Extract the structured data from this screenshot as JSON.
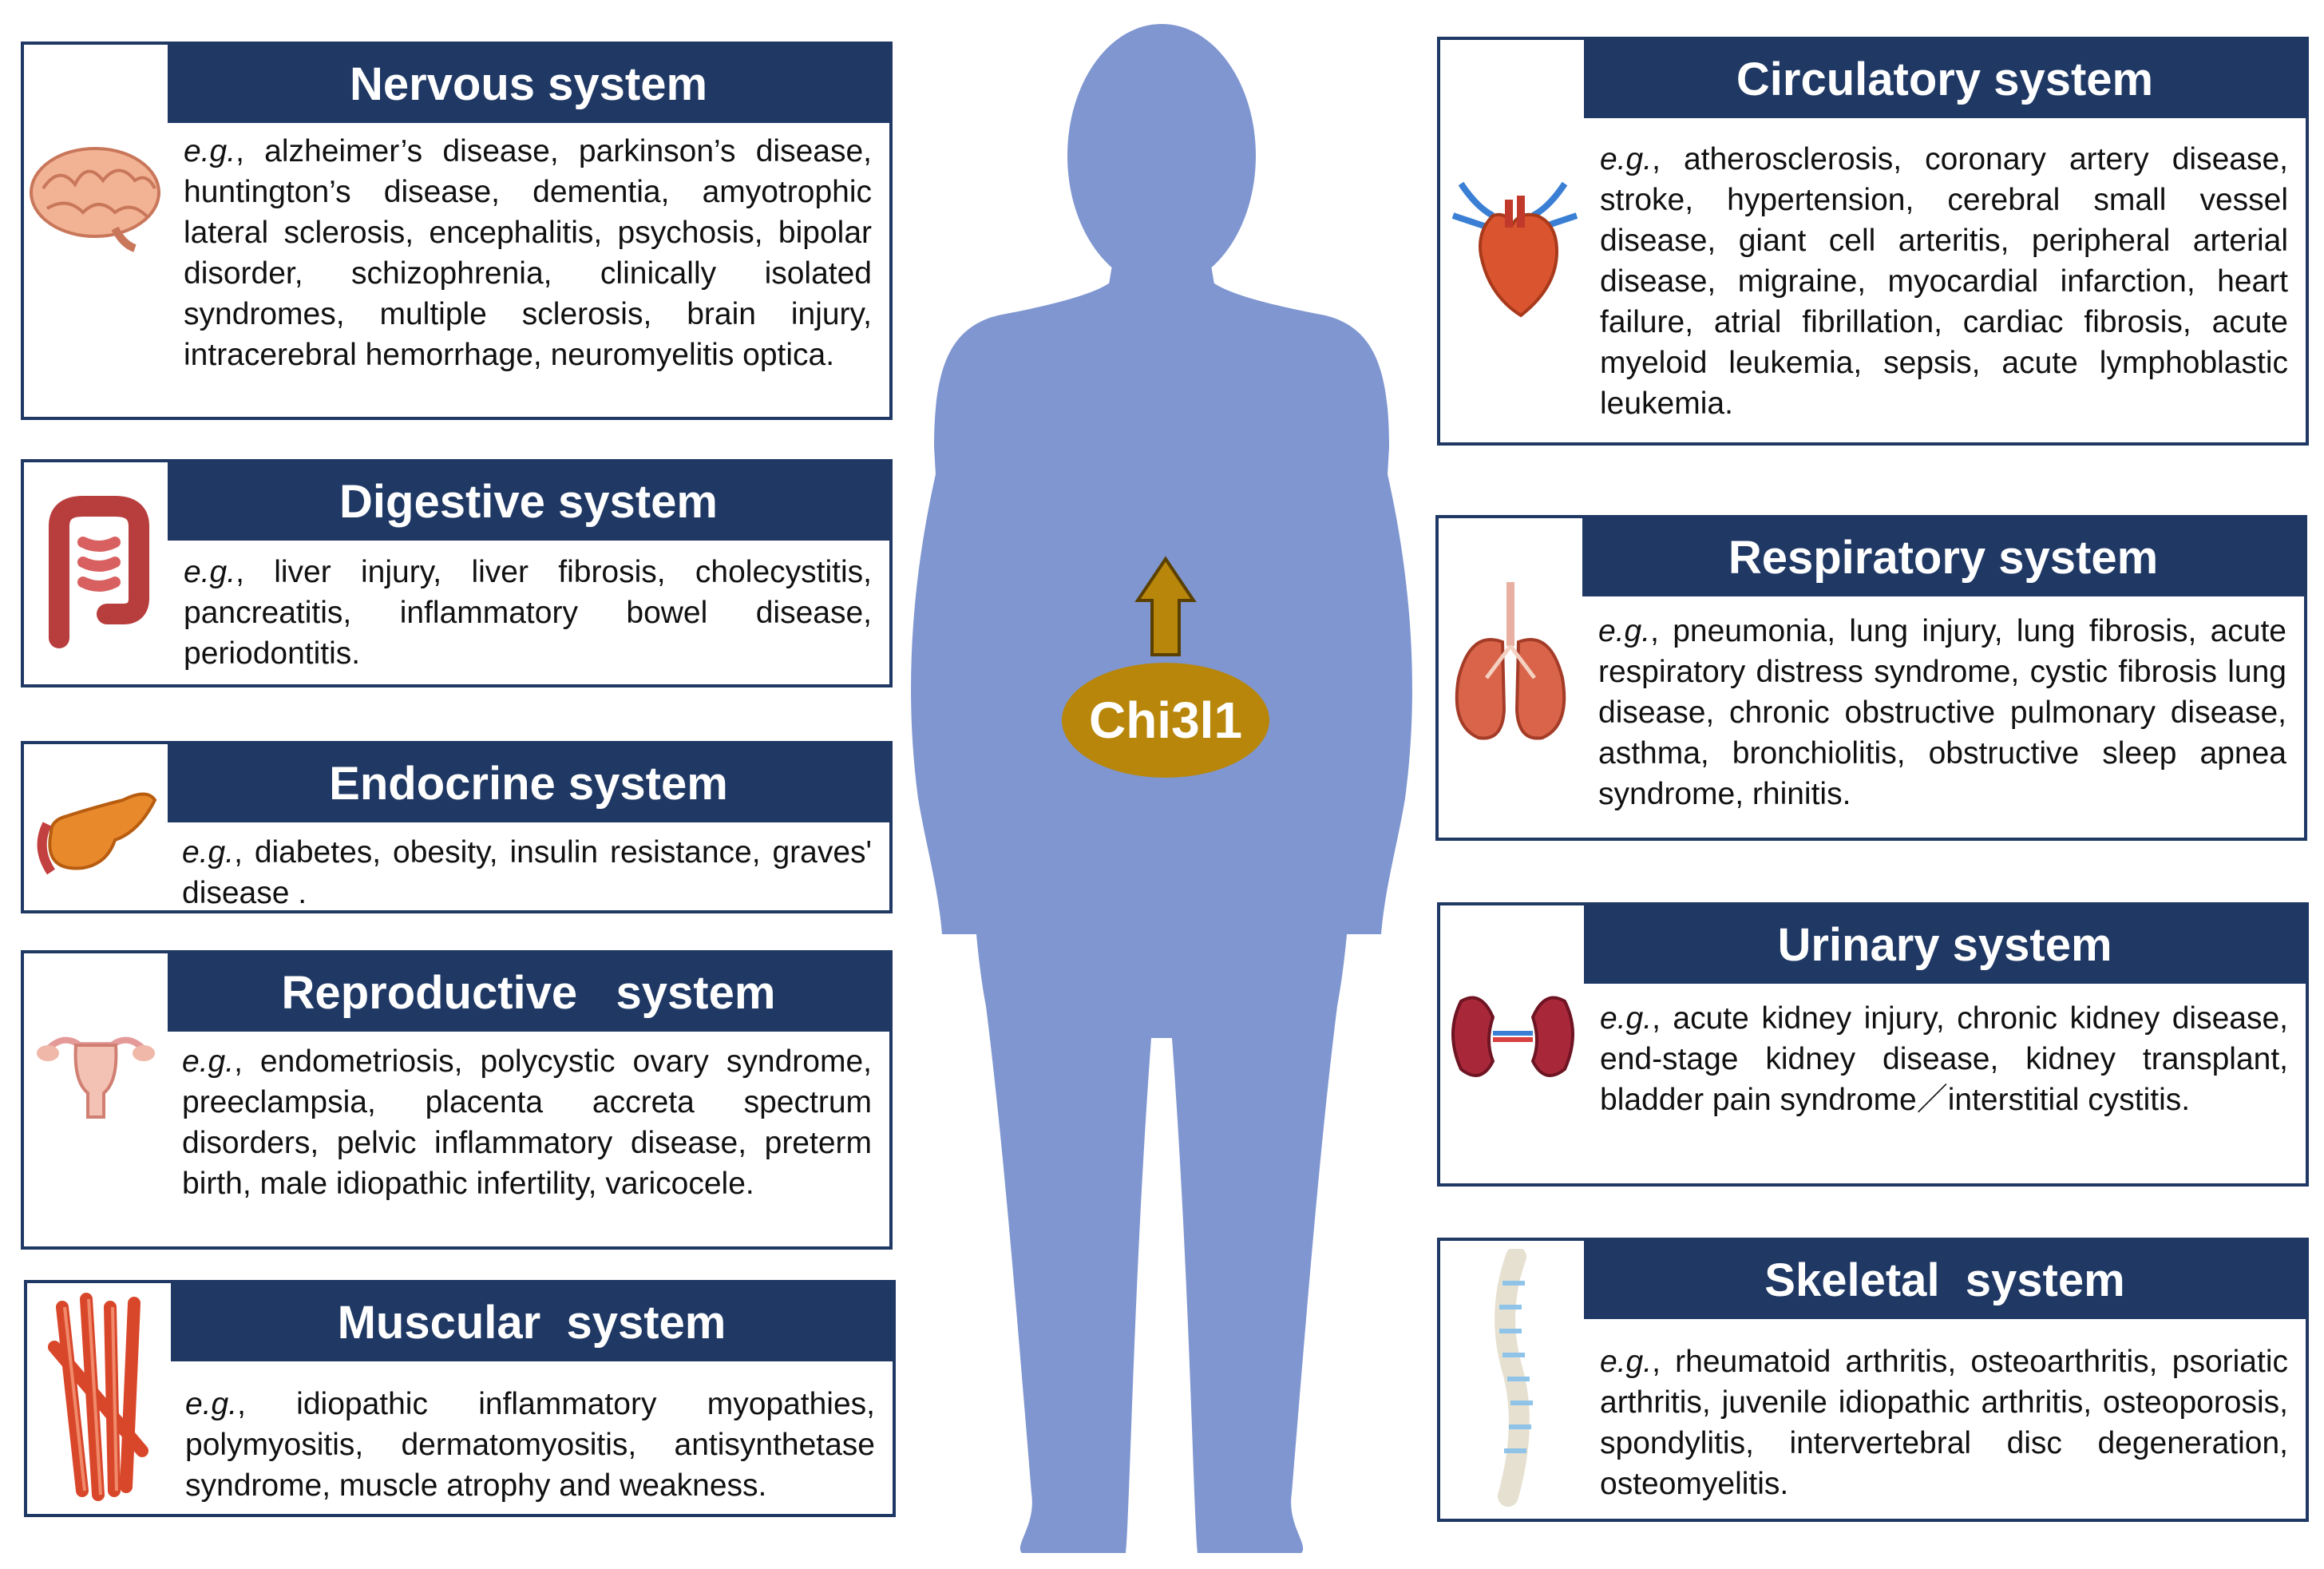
{
  "center": {
    "marker_label": "Chi3l1",
    "silhouette_color": "#7f96d0",
    "marker_color": "#b8860b"
  },
  "colors": {
    "header_bg": "#1f3864",
    "header_text": "#ffffff",
    "border": "#1f3864"
  },
  "systems": [
    {
      "title": "Nervous system",
      "icon": "brain-icon",
      "prefix": "e.g.",
      "text": ", alzheimer’s disease, parkinson’s disease, huntington’s disease, dementia, amyotrophic lateral sclerosis, encephalitis, psychosis, bipolar disorder, schizophrenia, clinically isolated syndromes, multiple sclerosis, brain injury, intracerebral hemorrhage, neuromyelitis optica."
    },
    {
      "title": "Digestive system",
      "icon": "intestine-icon",
      "prefix": "e.g.",
      "text": ", liver injury, liver fibrosis, cholecystitis, pancreatitis, inflammatory bowel disease, periodontitis."
    },
    {
      "title": "Endocrine system",
      "icon": "pancreas-icon",
      "prefix": "e.g.",
      "text": ", diabetes, obesity, insulin resistance, graves' disease ."
    },
    {
      "title": "Reproductive   system",
      "icon": "uterus-icon",
      "prefix": "e.g.",
      "text": ", endometriosis, polycystic ovary syndrome, preeclampsia, placenta accreta spectrum disorders, pelvic inflammatory disease, preterm birth, male idiopathic infertility, varicocele."
    },
    {
      "title": "Muscular  system",
      "icon": "muscle-icon",
      "prefix": "e.g.",
      "text": ", idiopathic inflammatory myopathies, polymyositis, dermatomyositis, antisynthetase syndrome, muscle atrophy and weakness."
    },
    {
      "title": "Circulatory system",
      "icon": "heart-icon",
      "prefix": "e.g.",
      "text": ", atherosclerosis, coronary artery disease, stroke, hypertension, cerebral small vessel disease, giant cell arteritis, peripheral arterial disease, migraine, myocardial infarction, heart failure, atrial fibrillation, cardiac fibrosis, acute myeloid leukemia, sepsis, acute lymphoblastic leukemia."
    },
    {
      "title": "Respiratory system",
      "icon": "lungs-icon",
      "prefix": "e.g.",
      "text": ", pneumonia, lung injury, lung fibrosis, acute respiratory distress syndrome, cystic fibrosis lung disease, chronic obstructive pulmonary disease, asthma, bronchiolitis, obstructive sleep apnea syndrome, rhinitis."
    },
    {
      "title": "Urinary system",
      "icon": "kidney-icon",
      "prefix": "e.g.",
      "text": ", acute kidney injury, chronic kidney disease, end-stage kidney disease, kidney transplant, bladder pain syndrome／interstitial cystitis."
    },
    {
      "title": "Skeletal  system",
      "icon": "spine-icon",
      "prefix": "e.g.",
      "text": ", rheumatoid arthritis, osteoarthritis, psoriatic arthritis, juvenile idiopathic arthritis, osteoporosis, spondylitis, intervertebral disc degeneration, osteomyelitis."
    }
  ]
}
